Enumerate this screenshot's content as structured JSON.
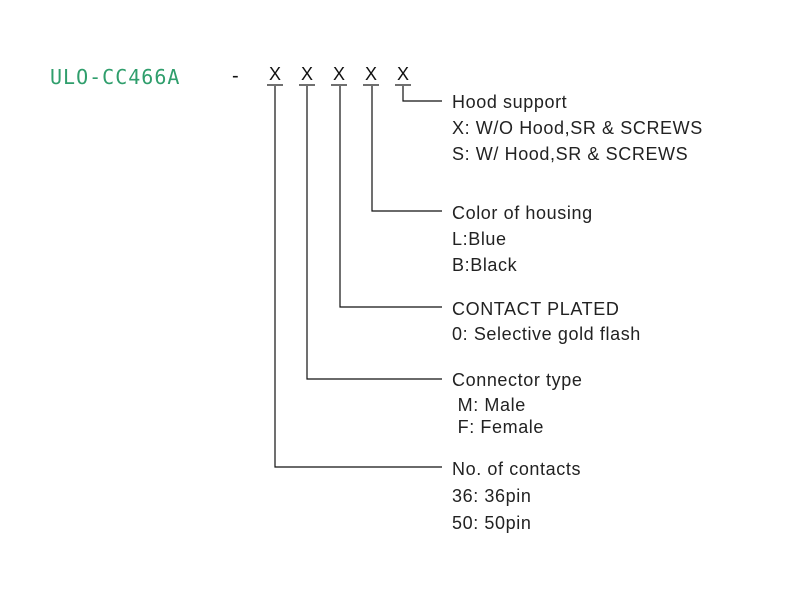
{
  "part_prefix": "ULO-CC466A",
  "separator": "-",
  "placeholders": [
    "X",
    "X",
    "X",
    "X",
    "X"
  ],
  "colors": {
    "part_number": "#2f9e6c",
    "text": "#222222",
    "lines": "#111111"
  },
  "options": [
    {
      "title": "Hood support",
      "values": [
        "X: W/O Hood,SR & SCREWS",
        "S: W/ Hood,SR & SCREWS"
      ]
    },
    {
      "title": "Color of housing",
      "values": [
        "L:Blue",
        "B:Black"
      ]
    },
    {
      "title": "CONTACT PLATED",
      "values": [
        "0: Selective gold flash"
      ]
    },
    {
      "title": "Connector type",
      "values": [
        " M: Male",
        " F: Female"
      ]
    },
    {
      "title": "No. of contacts",
      "values": [
        "36: 36pin",
        "50: 50pin"
      ]
    }
  ]
}
